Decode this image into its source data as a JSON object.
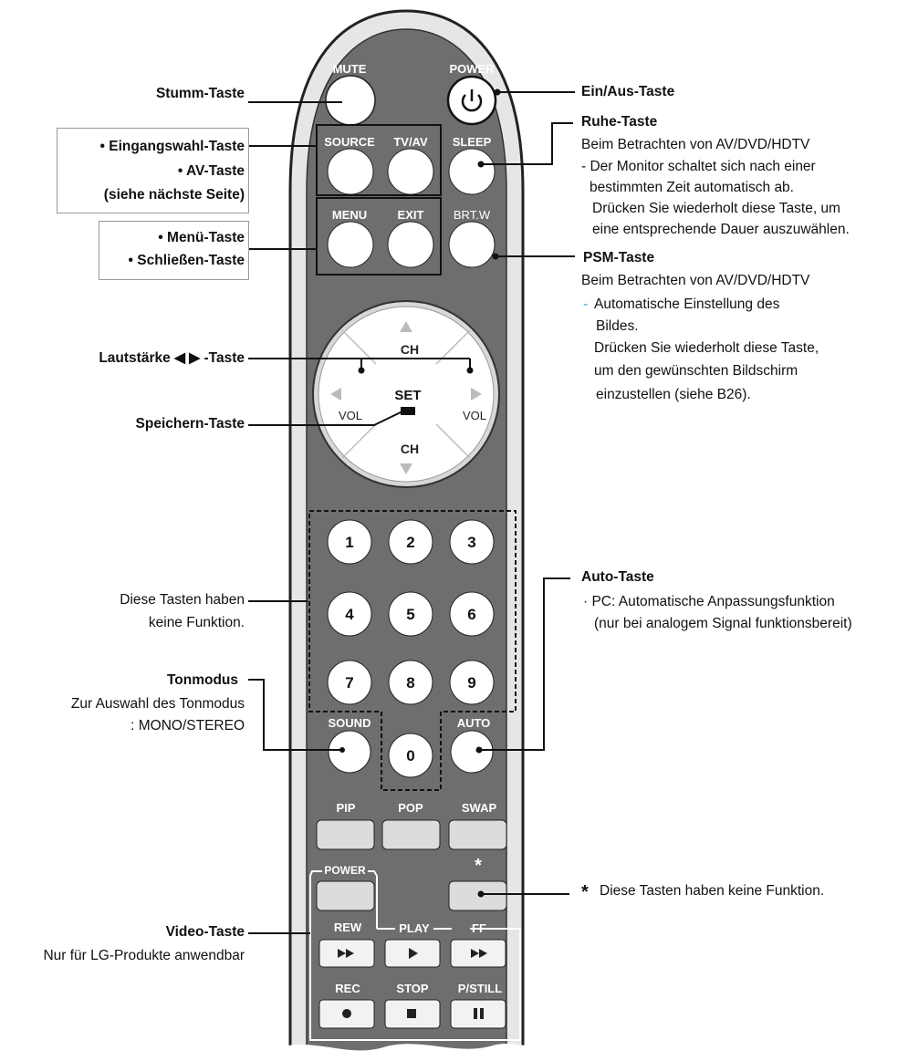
{
  "remote": {
    "top_left_label": "MUTE",
    "top_right_label": "POWER",
    "row2": [
      "SOURCE",
      "TV/AV",
      "SLEEP"
    ],
    "row3": [
      "MENU",
      "EXIT",
      "BRT.W"
    ],
    "nav": {
      "up": "CH",
      "down": "CH",
      "left": "VOL",
      "right": "VOL",
      "center": "SET"
    },
    "digits": [
      "1",
      "2",
      "3",
      "4",
      "5",
      "6",
      "7",
      "8",
      "9",
      "0"
    ],
    "sound_label": "SOUND",
    "auto_label": "AUTO",
    "pip_row": [
      "PIP",
      "POP",
      "SWAP"
    ],
    "asterisk": "*",
    "video_power": "POWER",
    "play_row": [
      "REW",
      "PLAY",
      "FF"
    ],
    "rec_row": [
      "REC",
      "STOP",
      "P/STILL"
    ]
  },
  "callouts": {
    "mute": "Stumm-Taste",
    "input_1": "• Eingangswahl-Taste",
    "input_2": "• AV-Taste",
    "input_3": "(siehe nächste Seite)",
    "menu_1": "• Menü-Taste",
    "menu_2": "• Schließen-Taste",
    "volume": "Lautstärke ◀ ▶ -Taste",
    "save": "Speichern-Taste",
    "digits_1": "Diese Tasten haben",
    "digits_2": "keine Funktion.",
    "sound_title": "Tonmodus",
    "sound_1": "Zur Auswahl des Tonmodus",
    "sound_2": ": MONO/STEREO",
    "video_title": "Video-Taste",
    "video_1": "Nur für LG-Produkte anwendbar",
    "power": "Ein/Aus-Taste",
    "sleep_title": "Ruhe-Taste",
    "sleep_1": "Beim Betrachten von AV/DVD/HDTV",
    "sleep_2": "- Der Monitor schaltet sich nach einer",
    "sleep_3": "bestimmten Zeit automatisch ab.",
    "sleep_4": "Drücken Sie wiederholt diese Taste, um",
    "sleep_5": "eine entsprechende Dauer auszuwählen.",
    "psm_title": "PSM-Taste",
    "psm_1": "Beim Betrachten von AV/DVD/HDTV",
    "psm_dash": "-",
    "psm_2": "Automatische Einstellung des",
    "psm_3": "Bildes.",
    "psm_4": "Drücken Sie wiederholt diese Taste,",
    "psm_5": "um den gewünschten Bildschirm",
    "psm_6": "einzustellen (siehe B26).",
    "auto_title": "Auto-Taste",
    "auto_1": "· PC: Automatische Anpassungsfunktion",
    "auto_2": "(nur bei analogem Signal funktionsbereit)",
    "star_symbol": "*",
    "star_text": "Diese Tasten haben keine Funktion."
  }
}
